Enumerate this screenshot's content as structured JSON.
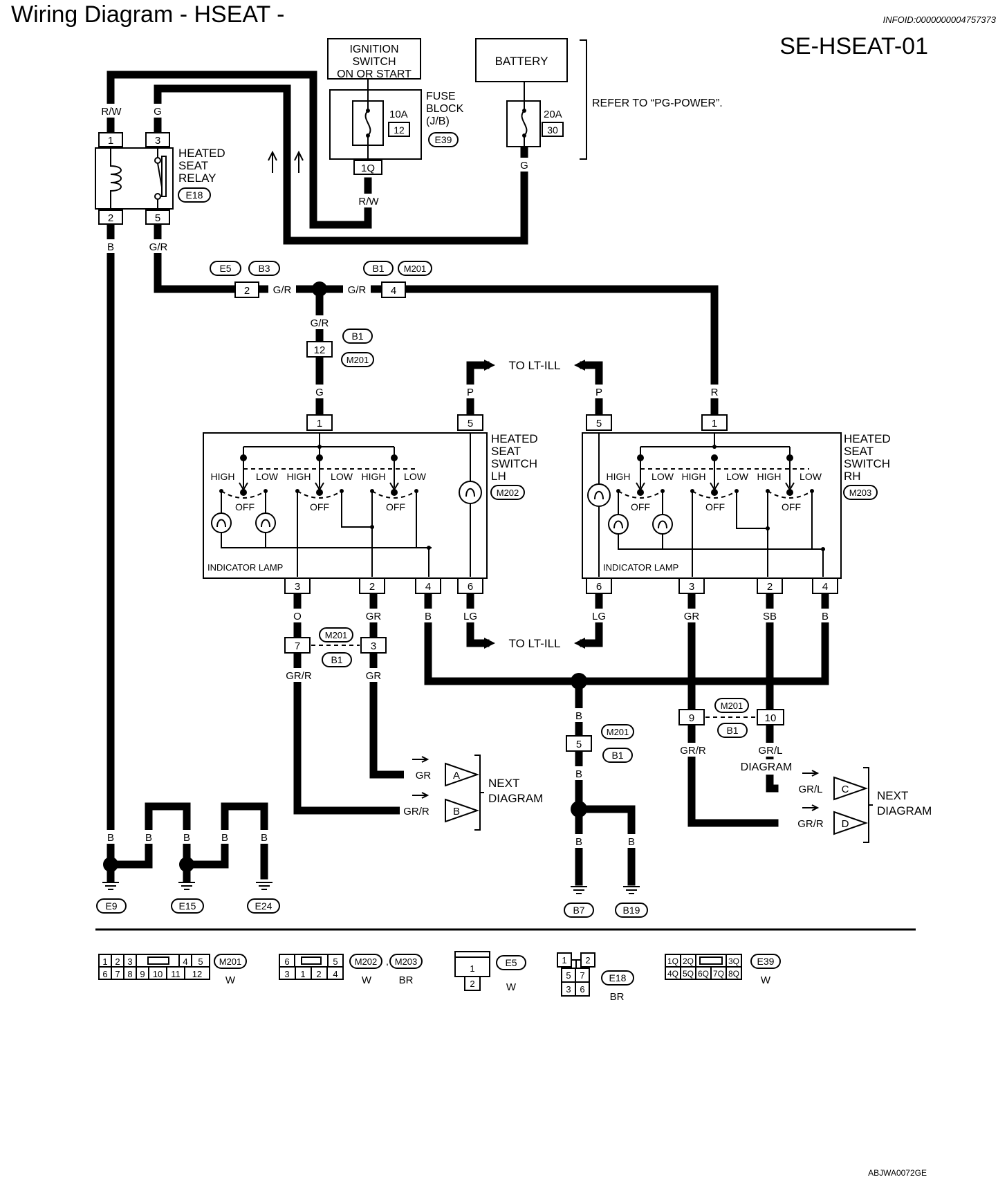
{
  "header": {
    "title": "Wiring Diagram - HSEAT -",
    "info_id": "INFOID:0000000004757373",
    "diagram_code": "SE-HSEAT-01",
    "footer_code": "ABJWA0072GE"
  },
  "power": {
    "ignition_lines": [
      "IGNITION",
      "SWITCH",
      "ON OR START"
    ],
    "battery": "BATTERY",
    "fuse_block_lines": [
      "FUSE",
      "BLOCK",
      "(J/B)"
    ],
    "fuse_block_conn": "E39",
    "fuse_10a": "10A",
    "fuse_10a_no": "12",
    "fuse_20a": "20A",
    "fuse_20a_no": "30",
    "fuse_out_pin": "1Q",
    "refer": "REFER TO “PG-POWER”."
  },
  "relay": {
    "name_lines": [
      "HEATED",
      "SEAT",
      "RELAY"
    ],
    "connector": "E18",
    "pins": [
      "1",
      "3",
      "2",
      "5"
    ]
  },
  "switch_lh": {
    "name_lines": [
      "HEATED",
      "SEAT",
      "SWITCH",
      "LH"
    ],
    "connector": "M202",
    "top_pins": [
      "1",
      "5"
    ],
    "bottom_pins": [
      "3",
      "2",
      "4",
      "6"
    ],
    "positions": [
      "HIGH",
      "LOW",
      "HIGH",
      "LOW",
      "HIGH",
      "LOW"
    ],
    "off": "OFF",
    "indicator": "INDICATOR LAMP"
  },
  "switch_rh": {
    "name_lines": [
      "HEATED",
      "SEAT",
      "SWITCH",
      "RH"
    ],
    "connector": "M203",
    "top_pins": [
      "5",
      "1"
    ],
    "bottom_pins": [
      "6",
      "3",
      "2",
      "4"
    ],
    "positions": [
      "HIGH",
      "LOW",
      "HIGH",
      "LOW",
      "HIGH",
      "LOW"
    ],
    "off": "OFF",
    "indicator": "INDICATOR LAMP"
  },
  "wire_colors": {
    "rw": "R/W",
    "g": "G",
    "b": "B",
    "gr_r": "G/R",
    "p": "P",
    "r": "R",
    "o": "O",
    "gr": "GR",
    "lg": "LG",
    "grr": "GR/R",
    "sb": "SB",
    "grl": "GR/L"
  },
  "connectors": {
    "e5": "E5",
    "b3": "B3",
    "b1": "B1",
    "m201": "M201",
    "jc_e5_pin": "2",
    "jc_b1_pin": "4",
    "jc_b1_12": "12",
    "jc_7": "7",
    "jc_3": "3",
    "jc_9": "9",
    "jc_10": "10",
    "jc_5": "5"
  },
  "labels": {
    "to_lt_ill": "TO LT-ILL",
    "next_diagram_lines": [
      "NEXT",
      "DIAGRAM"
    ],
    "diagram_word": "DIAGRAM",
    "arrows": [
      "A",
      "B",
      "C",
      "D"
    ]
  },
  "grounds": [
    "E9",
    "E15",
    "E24",
    "B7",
    "B19"
  ],
  "legend": {
    "m201_top": [
      "1",
      "2",
      "3",
      "4",
      "5"
    ],
    "m201_bottom": [
      "6",
      "7",
      "8",
      "9",
      "10",
      "11",
      "12"
    ],
    "m201_name": "M201",
    "m201_color": "W",
    "m202_top": [
      "6",
      "5"
    ],
    "m202_bottom": [
      "3",
      "1",
      "2",
      "4"
    ],
    "m202_name": "M202",
    "m202_color": "W",
    "m203_name": "M203",
    "m203_color": "BR",
    "e5_pins": [
      "1",
      "2"
    ],
    "e5_name": "E5",
    "e5_color": "W",
    "e18_pins": [
      "1",
      "2",
      "5",
      "7",
      "3",
      "6"
    ],
    "e18_name": "E18",
    "e18_color": "BR",
    "e39_top": [
      "1Q",
      "2Q",
      "3Q"
    ],
    "e39_bottom": [
      "4Q",
      "5Q",
      "6Q",
      "7Q",
      "8Q"
    ],
    "e39_name": "E39",
    "e39_color": "W"
  }
}
